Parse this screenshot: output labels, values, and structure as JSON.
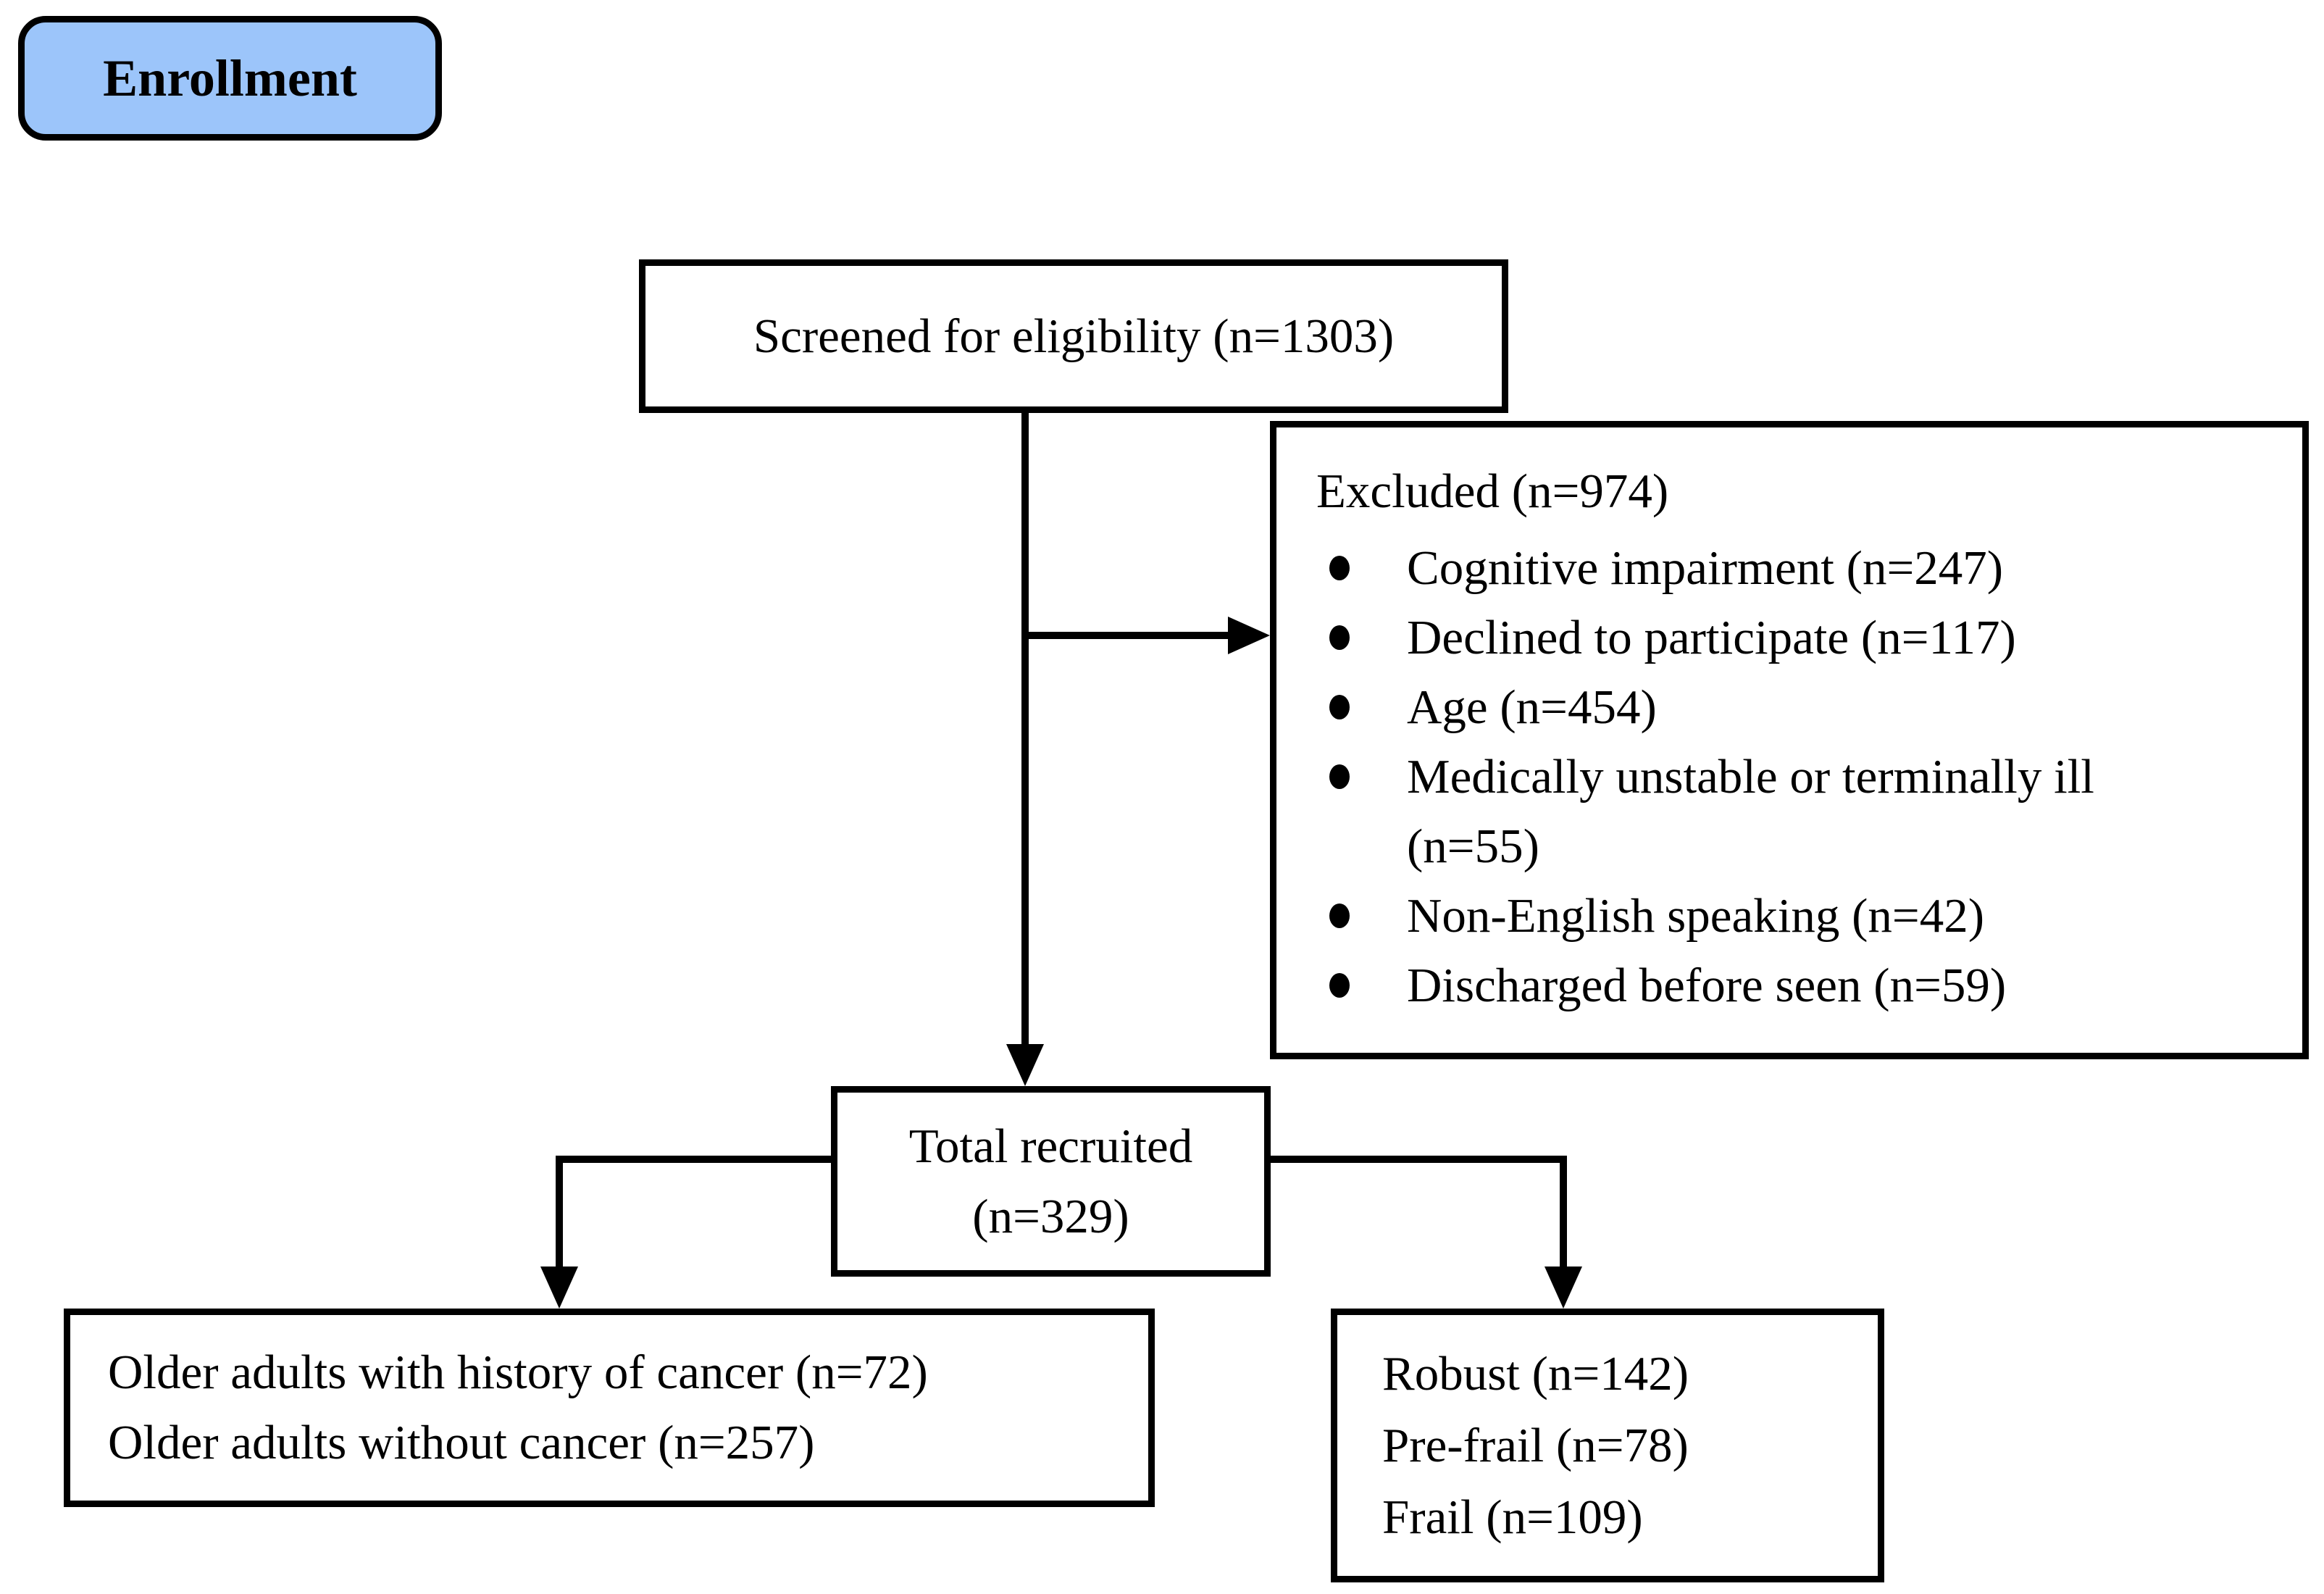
{
  "diagram": {
    "stage_label": "Enrollment",
    "colors": {
      "stage_fill": "#9CC5FA",
      "stroke": "#000000",
      "box_fill": "#FFFFFF"
    },
    "boxes": {
      "screened": {
        "text": "Screened for eligibility (n=1303)"
      },
      "excluded": {
        "title": "Excluded (n=974)",
        "items": [
          "Cognitive impairment (n=247)",
          "Declined to participate (n=117)",
          "Age (n=454)",
          "Medically unstable or terminally ill\n(n=55)",
          "Non-English speaking (n=42)",
          "Discharged before seen (n=59)"
        ]
      },
      "total_recruited": {
        "lines": [
          "Total recruited",
          "(n=329)"
        ]
      },
      "cancer_groups": {
        "lines": [
          "Older adults with history of cancer (n=72)",
          "Older adults without cancer (n=257)"
        ]
      },
      "frailty_groups": {
        "lines": [
          "Robust (n=142)",
          "Pre-frail (n=78)",
          "Frail (n=109)"
        ]
      }
    }
  }
}
